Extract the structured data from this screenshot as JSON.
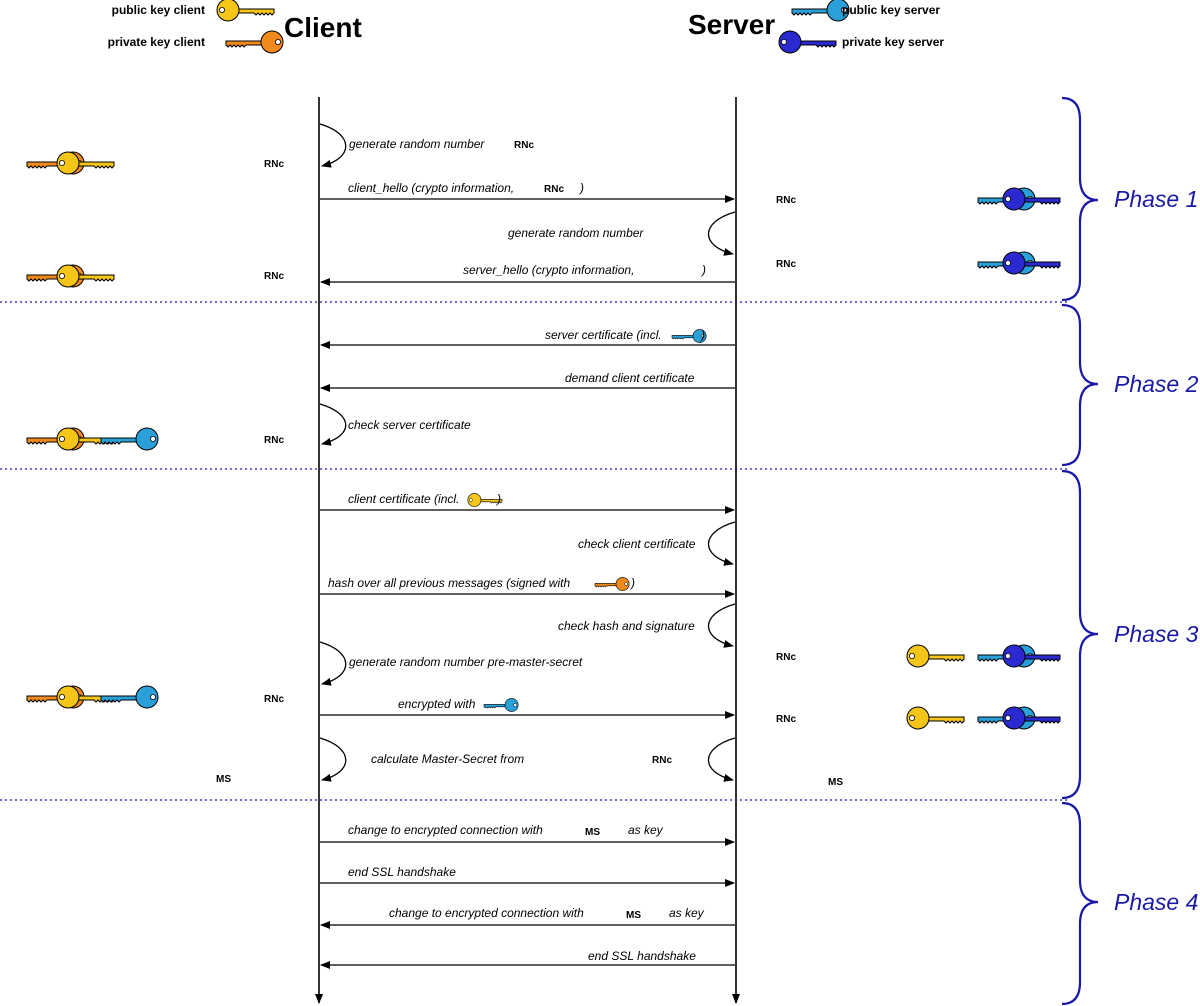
{
  "header": {
    "client_title": "Client",
    "server_title": "Server",
    "legend": {
      "public_key_client": "public key client",
      "private_key_client": "private key client",
      "public_key_server": "public key server",
      "private_key_server": "private key server"
    }
  },
  "colors": {
    "public_key_client": "#f5c518",
    "private_key_client": "#f08a1c",
    "public_key_server": "#2aa0d8",
    "private_key_server": "#2a2ad0",
    "phase": "#1a1aa6"
  },
  "phases": [
    "Phase 1",
    "Phase 2",
    "Phase 3",
    "Phase 4"
  ],
  "tokens": {
    "rn_c": "RNc",
    "ms": "MS"
  },
  "messages": {
    "gen_rn_client": "generate random number",
    "client_hello": "client_hello (crypto information,",
    "client_hello_close": ")",
    "gen_rn_server": "generate random number",
    "server_hello": "server_hello (crypto information,",
    "server_hello_close": ")",
    "server_cert": "server certificate (incl.",
    "server_cert_close": ")",
    "demand_cert": "demand client certificate",
    "check_server_cert": "check server certificate",
    "client_cert": "client certificate (incl.",
    "client_cert_close": ")",
    "check_client_cert": "check client certificate",
    "hash_msgs": "hash over all previous messages (signed with",
    "hash_msgs_close": ")",
    "check_hash": "check hash and signature",
    "gen_pms": "generate random number pre-master-secret",
    "encrypted_with": "encrypted with",
    "calc_ms": "calculate Master-Secret from",
    "change_enc_1": "change to encrypted connection with",
    "as_key_1": "as key",
    "end_ssl_1": "end SSL handshake",
    "change_enc_2": "change to encrypted connection with",
    "as_key_2": "as key",
    "end_ssl_2": "end SSL handshake"
  }
}
